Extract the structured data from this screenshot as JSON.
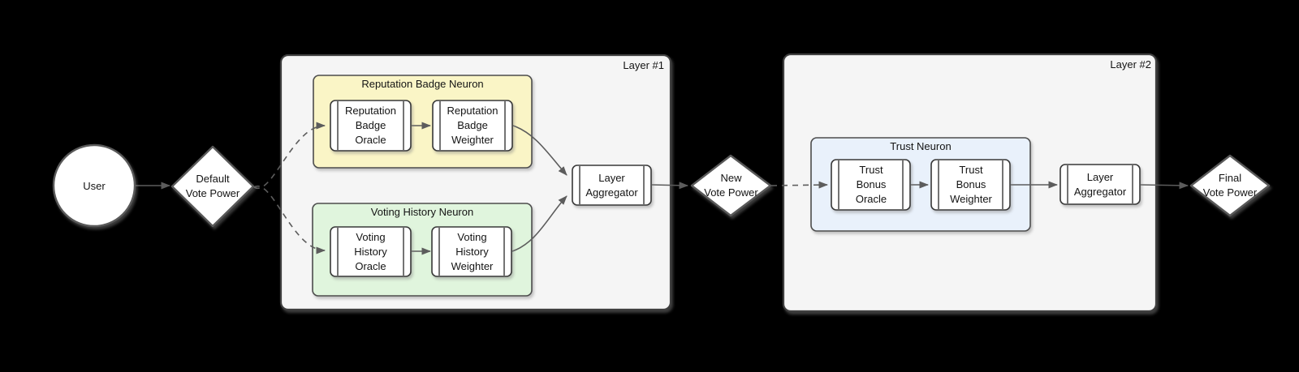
{
  "nodes": {
    "user": {
      "label": "User"
    },
    "default_vote_power": {
      "lines": [
        "Default",
        "Vote Power"
      ]
    },
    "reputation_badge_oracle": {
      "lines": [
        "Reputation",
        "Badge",
        "Oracle"
      ]
    },
    "reputation_badge_weighter": {
      "lines": [
        "Reputation",
        "Badge",
        "Weighter"
      ]
    },
    "voting_history_oracle": {
      "lines": [
        "Voting",
        "History",
        "Oracle"
      ]
    },
    "voting_history_weighter": {
      "lines": [
        "Voting",
        "History",
        "Weighter"
      ]
    },
    "layer_aggregator_1": {
      "lines": [
        "Layer",
        "Aggregator"
      ]
    },
    "new_vote_power": {
      "lines": [
        "New",
        "Vote Power"
      ]
    },
    "trust_bonus_oracle": {
      "lines": [
        "Trust",
        "Bonus",
        "Oracle"
      ]
    },
    "trust_bonus_weighter": {
      "lines": [
        "Trust",
        "Bonus",
        "Weighter"
      ]
    },
    "layer_aggregator_2": {
      "lines": [
        "Layer",
        "Aggregator"
      ]
    },
    "final_vote_power": {
      "lines": [
        "Final",
        "Vote Power"
      ]
    }
  },
  "groups": {
    "layer1": {
      "label": "Layer #1"
    },
    "layer2": {
      "label": "Layer #2"
    },
    "reputation_badge_neuron": {
      "title": "Reputation Badge Neuron"
    },
    "voting_history_neuron": {
      "title": "Voting History Neuron"
    },
    "trust_neuron": {
      "title": "Trust Neuron"
    }
  },
  "colors": {
    "background": "#000000",
    "layer_fill": "#f5f5f5",
    "layer_stroke": "#3f3f3f",
    "neuron_yellow": "#faf5c6",
    "neuron_green": "#e0f5dd",
    "neuron_blue": "#e9f1fb",
    "neuron_stroke": "#4d4d4d",
    "node_fill": "#ffffff",
    "node_stroke": "#383838",
    "shape_stroke": "#595959",
    "edge": "#5c5c5c",
    "text": "#141414"
  }
}
